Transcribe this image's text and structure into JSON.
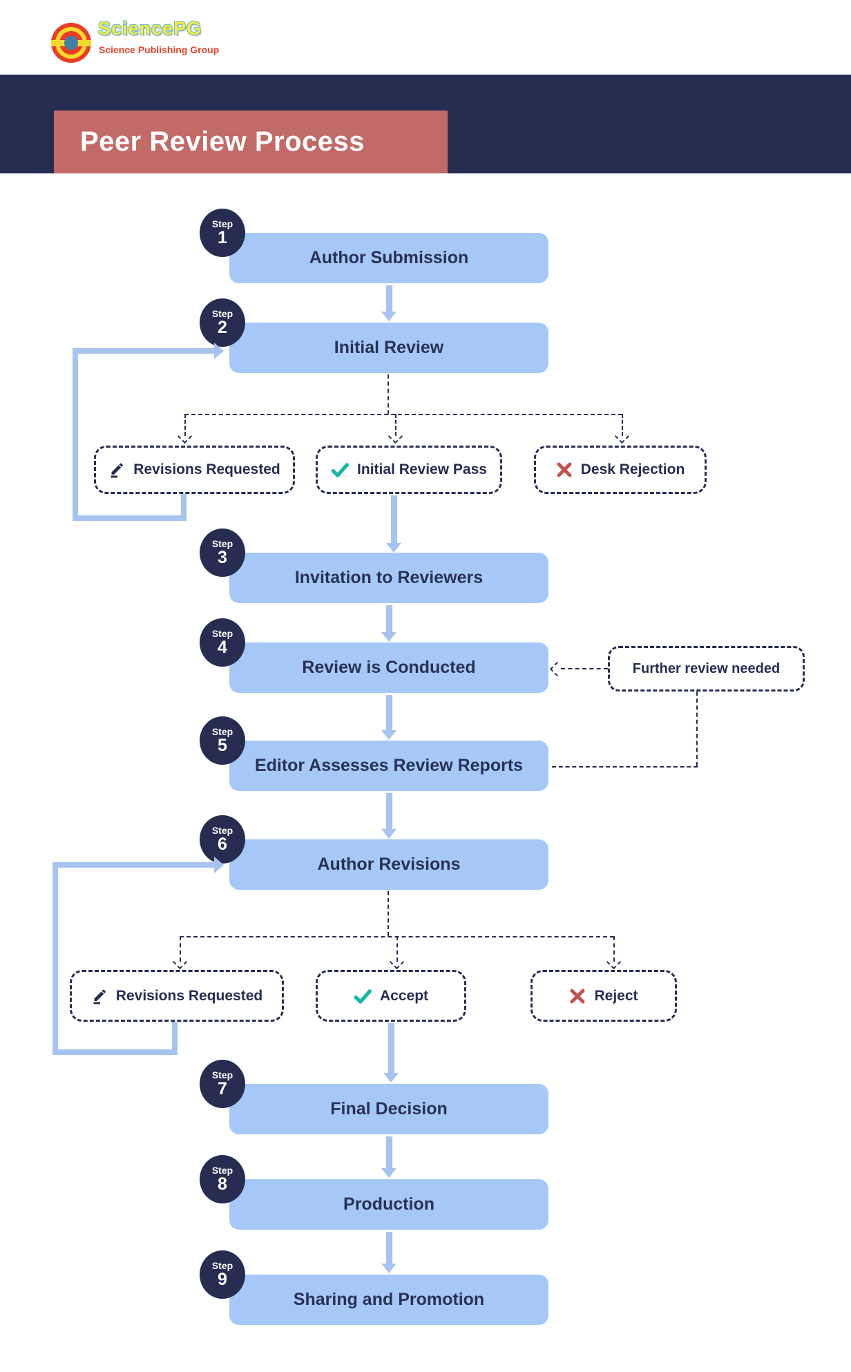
{
  "logo": {
    "brand": "SciencePG",
    "tagline": "Science Publishing Group"
  },
  "banner": {
    "title": "Peer Review Process"
  },
  "steps": [
    {
      "badge": "Step",
      "num": "1",
      "title": "Author Submission"
    },
    {
      "badge": "Step",
      "num": "2",
      "title": "Initial Review"
    },
    {
      "badge": "Step",
      "num": "3",
      "title": "Invitation to Reviewers"
    },
    {
      "badge": "Step",
      "num": "4",
      "title": "Review is Conducted"
    },
    {
      "badge": "Step",
      "num": "5",
      "title": "Editor Assesses Review Reports"
    },
    {
      "badge": "Step",
      "num": "6",
      "title": "Author Revisions"
    },
    {
      "badge": "Step",
      "num": "7",
      "title": "Final Decision"
    },
    {
      "badge": "Step",
      "num": "8",
      "title": "Production"
    },
    {
      "badge": "Step",
      "num": "9",
      "title": "Sharing and Promotion"
    }
  ],
  "decisions": {
    "row1": [
      {
        "icon": "pencil-icon",
        "label": "Revisions Requested"
      },
      {
        "icon": "check-icon",
        "label": "Initial Review Pass"
      },
      {
        "icon": "cross-icon",
        "label": "Desk Rejection"
      }
    ],
    "row2": [
      {
        "icon": "pencil-icon",
        "label": "Revisions Requested"
      },
      {
        "icon": "check-icon",
        "label": "Accept"
      },
      {
        "icon": "cross-icon",
        "label": "Reject"
      }
    ]
  },
  "annotations": {
    "further_review": "Further review needed"
  },
  "colors": {
    "navy": "#272d50",
    "box_blue": "#a5c8f7",
    "arrow_blue": "#a6c4f0",
    "rose": "#c16a67",
    "check_teal": "#16b8a4",
    "cross_red": "#c3524f"
  }
}
